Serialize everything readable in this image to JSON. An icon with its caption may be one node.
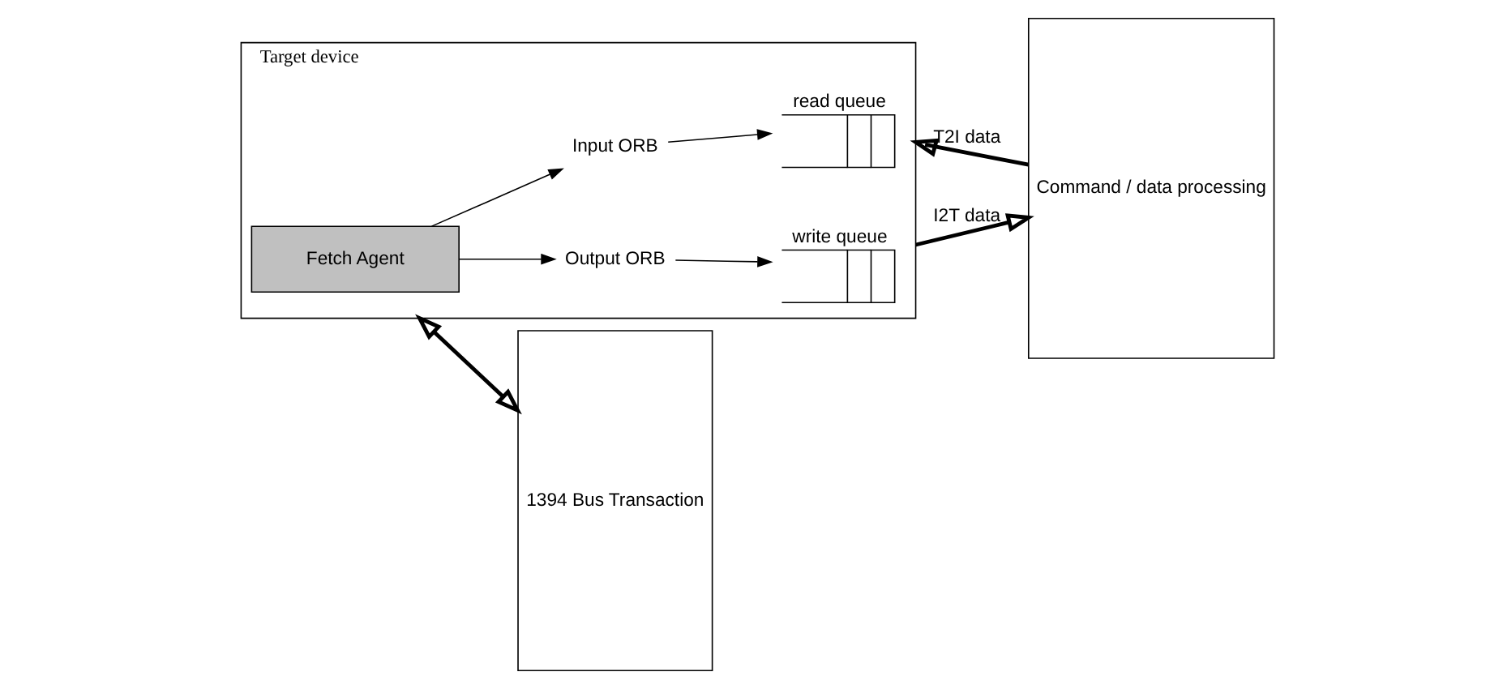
{
  "diagram": {
    "nodes": [
      {
        "text": [
          "1394 Bus Transaction"
        ]
      },
      {
        "text": [
          "Target device"
        ]
      },
      {
        "text": [
          "Fetch Agent"
        ],
        "in": 1
      },
      {
        "text": [
          "Input ORB"
        ],
        "in": 1
      },
      {
        "text": [
          "Output ORB"
        ],
        "in": 1
      },
      {
        "text": [
          "read queue"
        ],
        "in": 1
      },
      {
        "text": [
          "write queue"
        ],
        "in": 1
      },
      {
        "text": [
          "Command / data processing"
        ]
      }
    ],
    "edges": [
      {
        "from": 0,
        "to": 1,
        "arrow": "both",
        "style": "thick"
      },
      {
        "from": 2,
        "to": 3,
        "arrow": "to"
      },
      {
        "from": 2,
        "to": 4,
        "arrow": "to"
      },
      {
        "from": 3,
        "to": 5,
        "arrow": "to"
      },
      {
        "from": 4,
        "to": 6,
        "arrow": "to"
      },
      {
        "from": 7,
        "to": 1,
        "arrow": "to",
        "label": "T2I data",
        "style": "thick"
      },
      {
        "from": 1,
        "to": 7,
        "arrow": "to",
        "label": "I2T data",
        "style": "thick"
      }
    ]
  }
}
